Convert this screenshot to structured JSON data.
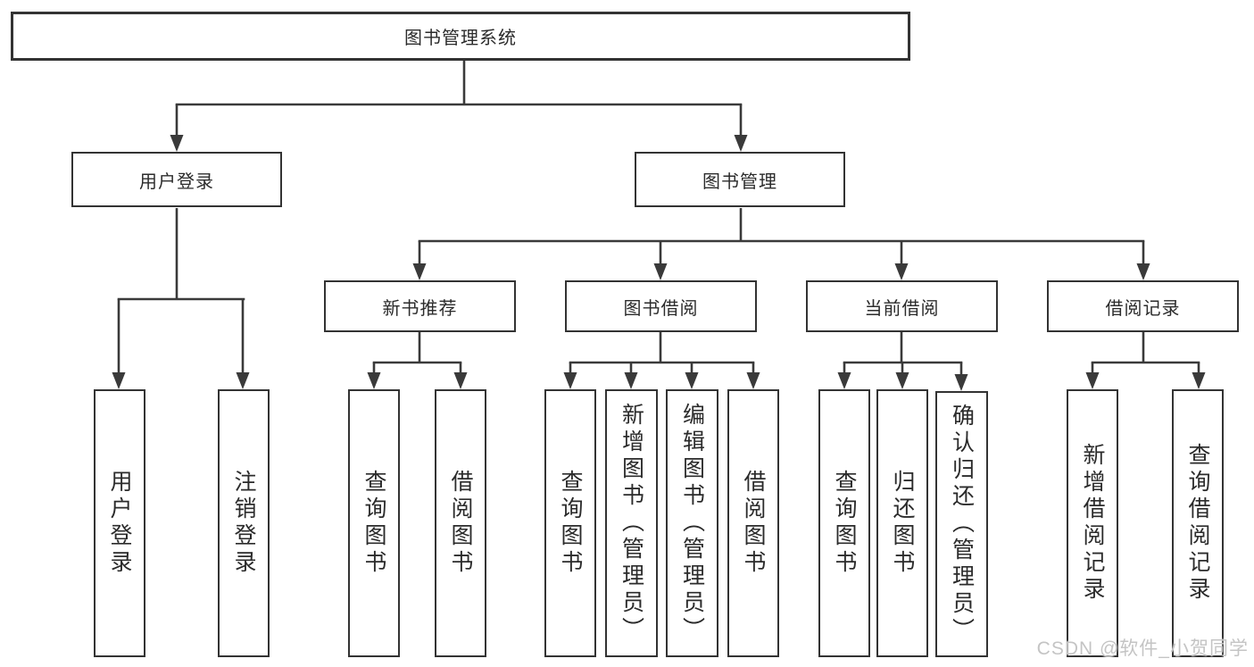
{
  "tree": {
    "root": {
      "label": "图书管理系统"
    },
    "login": {
      "label": "用户登录",
      "leaves": [
        {
          "label": "用户登录"
        },
        {
          "label": "注销登录"
        }
      ]
    },
    "mgmt": {
      "label": "图书管理",
      "groups": [
        {
          "label": "新书推荐",
          "leaves": [
            {
              "label": "查询图书"
            },
            {
              "label": "借阅图书"
            }
          ]
        },
        {
          "label": "图书借阅",
          "leaves": [
            {
              "label": "查询图书"
            },
            {
              "label": "新增图书（管理员）"
            },
            {
              "label": "编辑图书（管理员）"
            },
            {
              "label": "借阅图书"
            }
          ]
        },
        {
          "label": "当前借阅",
          "leaves": [
            {
              "label": "查询图书"
            },
            {
              "label": "归还图书"
            },
            {
              "label": "确认归还（管理员）"
            }
          ]
        },
        {
          "label": "借阅记录",
          "leaves": [
            {
              "label": "新增借阅记录"
            },
            {
              "label": "查询借阅记录"
            }
          ]
        }
      ]
    }
  },
  "watermark": {
    "text": "CSDN @软件_小贺同学"
  },
  "colors": {
    "line": "#3a3a3a",
    "box_border": "#333333",
    "text": "#2b2b2b",
    "watermark": "#c4c4c4"
  }
}
